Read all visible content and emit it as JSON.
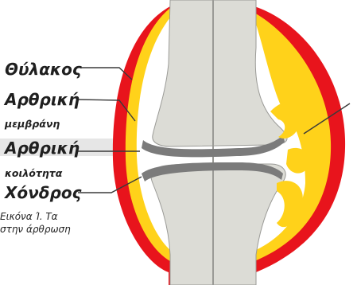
{
  "labels": {
    "capsule": "Θύλακος",
    "synovial_1": "Αρθρική",
    "synovial_2": "μεμβράνη",
    "cavity_1": "Αρθρική",
    "cavity_2": "κοιλότητα",
    "cartilage": "Χόνδρος"
  },
  "caption": {
    "line1": "Εικόνα Ί. Τα",
    "line2": "στην άρθρωση"
  },
  "colors": {
    "capsule": "#e8141c",
    "synovial": "#ffd21a",
    "bone": "#dcdcd6",
    "cartilage": "#7b7b7b",
    "leader": "#3a3a3a"
  }
}
